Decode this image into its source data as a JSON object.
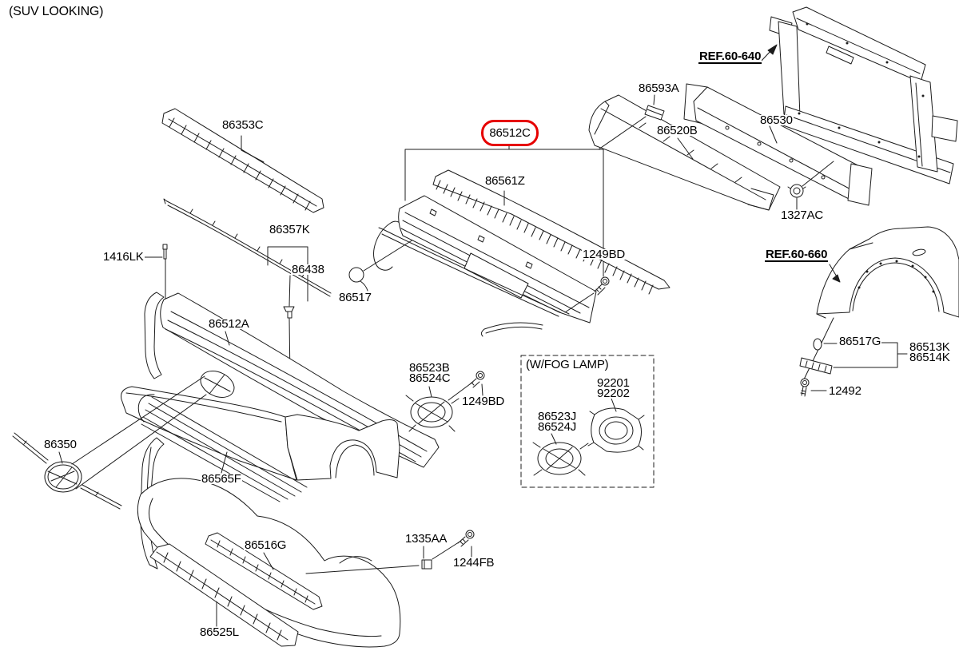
{
  "title": "(SUV LOOKING)",
  "highlight": {
    "part_label": "86512C",
    "color": "#e60000"
  },
  "fog_lamp_box": {
    "label": "(W/FOG LAMP)"
  },
  "ref_links": {
    "radiator_support": "REF.60-640",
    "fender": "REF.60-660"
  },
  "parts": {
    "p86353C": "86353C",
    "p86357K": "86357K",
    "p1416LK": "1416LK",
    "p86438": "86438",
    "p86517": "86517",
    "p86512A": "86512A",
    "p86350": "86350",
    "p86565F": "86565F",
    "p86516G": "86516G",
    "p86525L": "86525L",
    "p1335AA": "1335AA",
    "p1244FB": "1244FB",
    "p86523B": "86523B",
    "p86524C": "86524C",
    "p1249BD_screw": "1249BD",
    "p86561Z": "86561Z",
    "p1249BD_bolt": "1249BD",
    "p86593A": "86593A",
    "p86520B": "86520B",
    "p86530": "86530",
    "p1327AC": "1327AC",
    "p86517G": "86517G",
    "p86513K": "86513K",
    "p86514K": "86514K",
    "p12492": "12492",
    "p92201": "92201",
    "p92202": "92202",
    "p86523J": "86523J",
    "p86524J": "86524J"
  }
}
